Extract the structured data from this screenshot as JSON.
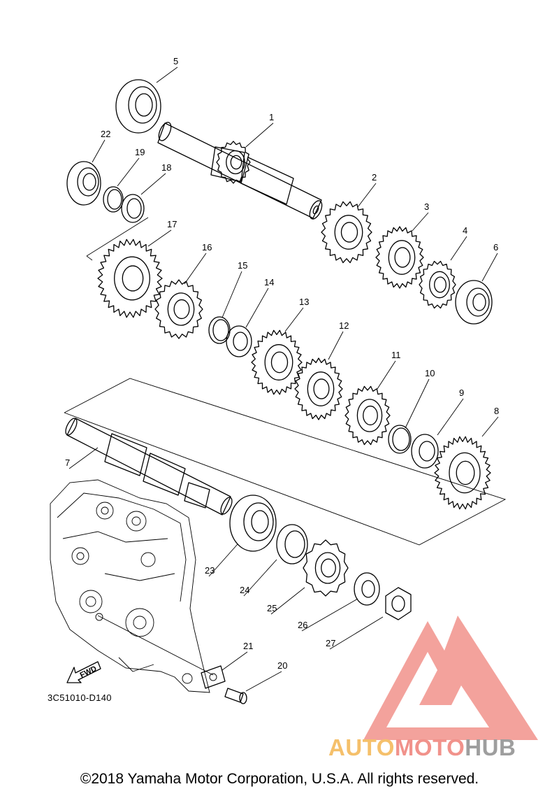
{
  "diagram": {
    "code": "3C51010-D140",
    "fwd_label": "FWD",
    "copyright": "©2018 Yamaha Motor Corporation, U.S.A. All rights reserved.",
    "watermark": {
      "part1": "AUTO",
      "part2": "MOTO",
      "part3": "HUB"
    },
    "colors": {
      "line": "#000000",
      "logo_red": "#f1928b",
      "logo_yellow": "#f5c06b",
      "logo_gray": "#9e9e9e"
    },
    "parts": [
      {
        "id": "1",
        "label": "1"
      },
      {
        "id": "2",
        "label": "2"
      },
      {
        "id": "3",
        "label": "3"
      },
      {
        "id": "4",
        "label": "4"
      },
      {
        "id": "5",
        "label": "5"
      },
      {
        "id": "6",
        "label": "6"
      },
      {
        "id": "7",
        "label": "7"
      },
      {
        "id": "8",
        "label": "8"
      },
      {
        "id": "9",
        "label": "9"
      },
      {
        "id": "10",
        "label": "10"
      },
      {
        "id": "11",
        "label": "11"
      },
      {
        "id": "12",
        "label": "12"
      },
      {
        "id": "13",
        "label": "13"
      },
      {
        "id": "14",
        "label": "14"
      },
      {
        "id": "15",
        "label": "15"
      },
      {
        "id": "16",
        "label": "16"
      },
      {
        "id": "17",
        "label": "17"
      },
      {
        "id": "18",
        "label": "18"
      },
      {
        "id": "19",
        "label": "19"
      },
      {
        "id": "20",
        "label": "20"
      },
      {
        "id": "21",
        "label": "21"
      },
      {
        "id": "22",
        "label": "22"
      },
      {
        "id": "23",
        "label": "23"
      },
      {
        "id": "24",
        "label": "24"
      },
      {
        "id": "25",
        "label": "25"
      },
      {
        "id": "26",
        "label": "26"
      },
      {
        "id": "27",
        "label": "27"
      }
    ]
  }
}
